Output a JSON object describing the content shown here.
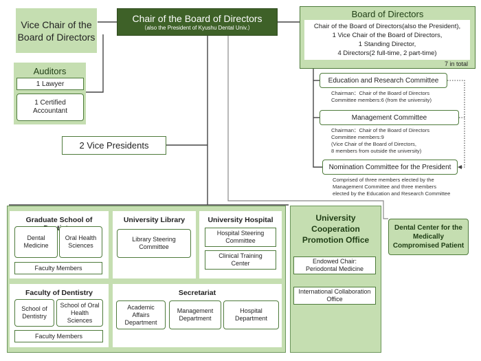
{
  "chair": {
    "title": "Chair of the Board of Directors",
    "subtitle": "（also the President of Kyushu Dental Univ.）"
  },
  "vice_chair": "Vice Chair of the Board of Directors",
  "auditors": {
    "title": "Auditors",
    "items": [
      "1 Lawyer",
      "1 Certified Accountant"
    ]
  },
  "board": {
    "title": "Board of Directors",
    "body_lines": [
      "Chair of the Board of Directors(also the President),",
      "1 Vice Chair of the Board of Directors,",
      "1 Standing Director,",
      "4 Directors(2 full-time, 2 part-time)"
    ],
    "total": "7 in total"
  },
  "committees": {
    "education": {
      "name": "Education and Research Committee",
      "notes": [
        "Chairman：Chair of the Board of Directors",
        "Committee members:6 (from the university)"
      ]
    },
    "management": {
      "name": "Management Committee",
      "notes": [
        "Chairman：Chair of the Board of Directors",
        "Committee members:9",
        "(Vice Chair of the Board of Directors,",
        "8 members from outside the university)"
      ]
    },
    "nomination": {
      "name": "Nomination Committee for the President",
      "notes": [
        "Comprised of three members elected by the",
        "Management Committee and three members",
        "elected by the Education and Research Committee"
      ]
    }
  },
  "vice_presidents": "2 Vice Presidents",
  "graduate_school": {
    "title": "Graduate School of Dentistry",
    "items": [
      "Dental Medicine",
      "Oral Health Sciences"
    ],
    "faculty": "Faculty Members"
  },
  "library": {
    "title": "University Library",
    "items": [
      "Library Steering Committee"
    ]
  },
  "hospital": {
    "title": "University Hospital",
    "items": [
      "Hospital Steering Committee",
      "Clinical Training Center"
    ]
  },
  "faculty_of_dentistry": {
    "title": "Faculty of Dentistry",
    "items": [
      "School of Dentistry",
      "School of Oral Health Sciences"
    ],
    "faculty": "Faculty Members"
  },
  "secretariat": {
    "title": "Secretariat",
    "items": [
      "Academic Affairs Department",
      "Management Department",
      "Hospital Department"
    ]
  },
  "cooperation": {
    "title": "University Cooperation Promotion Office",
    "items": [
      "Endowed Chair: Periodontal Medicine",
      "International Collaboration Office"
    ]
  },
  "dental_center": "Dental Center for the Medically Compromised Patient",
  "colors": {
    "dark_green": "#3e6128",
    "light_green": "#c5deb1",
    "border_green": "#4d7a3a",
    "line": "#555555"
  }
}
